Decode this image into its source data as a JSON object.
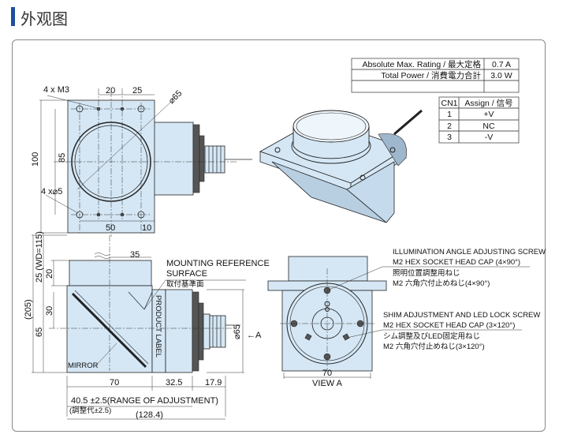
{
  "page": {
    "title": "外观图"
  },
  "ratings_table": {
    "rows": [
      {
        "label": "Absolute Max. Rating / 最大定格",
        "value": "0.7 A"
      },
      {
        "label": "Total Power / 消費電力合計",
        "value": "3.0 W"
      },
      {
        "label": "",
        "value": ""
      }
    ]
  },
  "pin_table": {
    "headers": [
      "CN1",
      "Assign / 信号"
    ],
    "rows": [
      [
        "1",
        "+V"
      ],
      [
        "2",
        "NC"
      ],
      [
        "3",
        "-V"
      ]
    ]
  },
  "top_view": {
    "screw_label": "4 x M3",
    "dim_20": "20",
    "dim_25": "25",
    "dia_65": "⌀65",
    "dim_100": "100",
    "dim_85": "85",
    "hole_label": "4 x⌀5",
    "dim_50": "50",
    "dim_10": "10"
  },
  "side_view": {
    "dim_35": "35",
    "dim_25_wd": "25 (WD=115)",
    "dim_20": "20",
    "dim_205": "(205)",
    "dim_30": "30",
    "dim_65": "65",
    "mounting_line1": "MOUNTING REFERENCE",
    "mounting_line2": "SURFACE",
    "mounting_jp": "取付基準面",
    "product_label": "PRODUCT LABEL",
    "mirror": "MIRROR",
    "dim_70": "70",
    "dim_32_5": "32.5",
    "dim_17_9": "17.9",
    "dia_65": "⌀65",
    "arrow_a": "←A",
    "adjust_en": "40.5 ±2.5(RANGE OF ADJUSTMENT)",
    "adjust_jp": "(調整代±2.5)",
    "total": "(128.4)"
  },
  "view_a": {
    "illum_line1": "ILLUMINATION ANGLE ADJUSTING SCREW",
    "illum_line2": "M2 HEX SOCKET HEAD CAP (4×90°)",
    "illum_jp1": "照明位置調整用ねじ",
    "illum_jp2": "M2 六角穴付止めねじ(4×90°)",
    "shim_line1": "SHIM ADJUSTMENT AND LED LOCK SCREW",
    "shim_line2": "M2 HEX SOCKET HEAD CAP (3×120°)",
    "shim_jp1": "シム調整及びLED固定用ねじ",
    "shim_jp2": "M2 六角穴付止めねじ(3×120°)",
    "dim_70": "70",
    "caption": "VIEW A"
  },
  "colors": {
    "accent": "#1f4e9c",
    "body": "#d5e7f5"
  }
}
